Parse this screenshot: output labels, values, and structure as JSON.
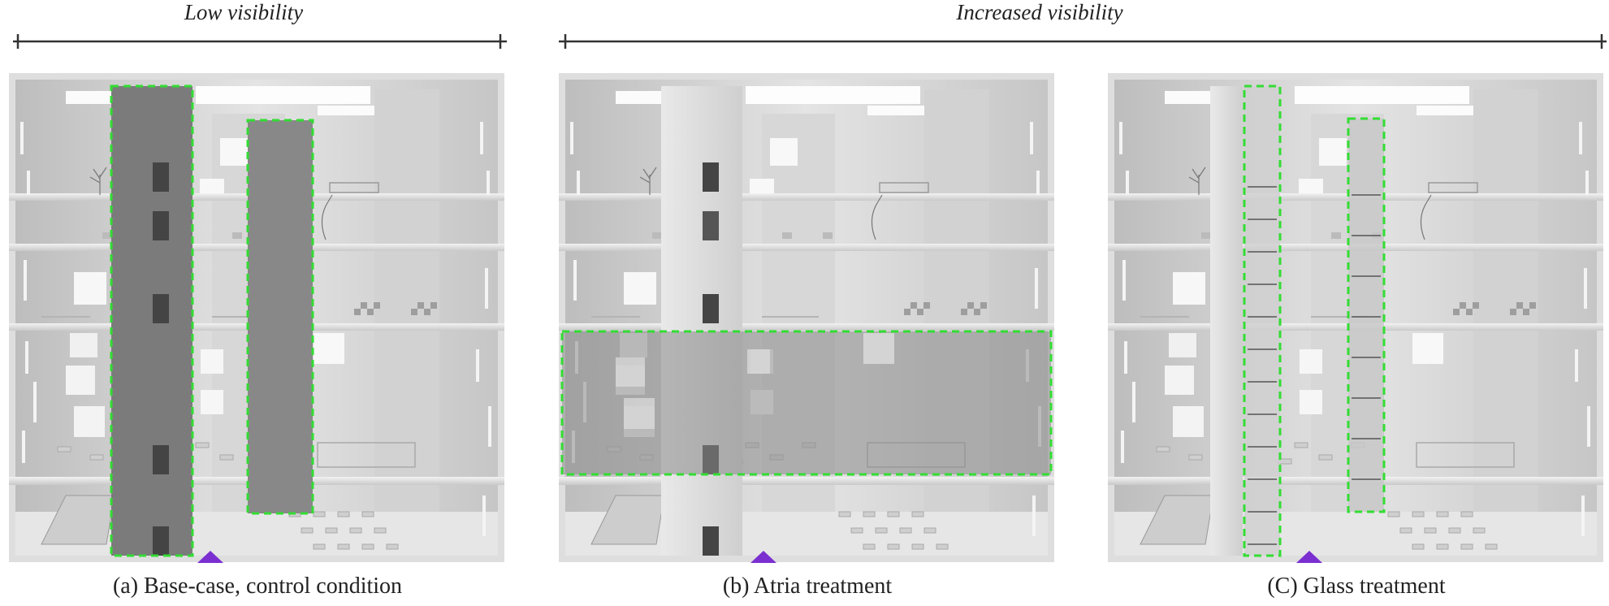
{
  "header": {
    "left": "Low visibility",
    "right": "Increased visibility"
  },
  "panels": [
    {
      "caption": "(a) Base-case, control condition"
    },
    {
      "caption": "(b) Atria treatment"
    },
    {
      "caption": "(C) Glass treatment"
    }
  ],
  "colors": {
    "highlight_dash": "#33dd33",
    "observer_marker": "#7b2fd0",
    "axis_line": "#333333",
    "building_gray": "#d9d9d9"
  },
  "icons": [
    "observer-marker-icon",
    "tree-icon",
    "chair-icon"
  ]
}
